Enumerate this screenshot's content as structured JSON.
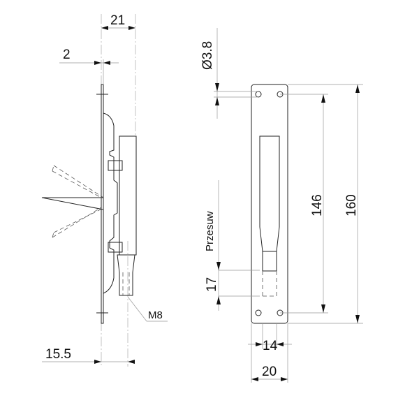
{
  "side_view": {
    "dim_width": "21",
    "dim_plate": "2",
    "dim_offset": "15.5",
    "thread": "M8"
  },
  "front_view": {
    "dim_hole_diameter": "Ø3.8",
    "dim_hole_spacing": "146",
    "dim_length": "160",
    "travel_label": "Przesuw",
    "dim_travel": "17",
    "dim_bolt_width": "14",
    "dim_plate_width": "20"
  }
}
